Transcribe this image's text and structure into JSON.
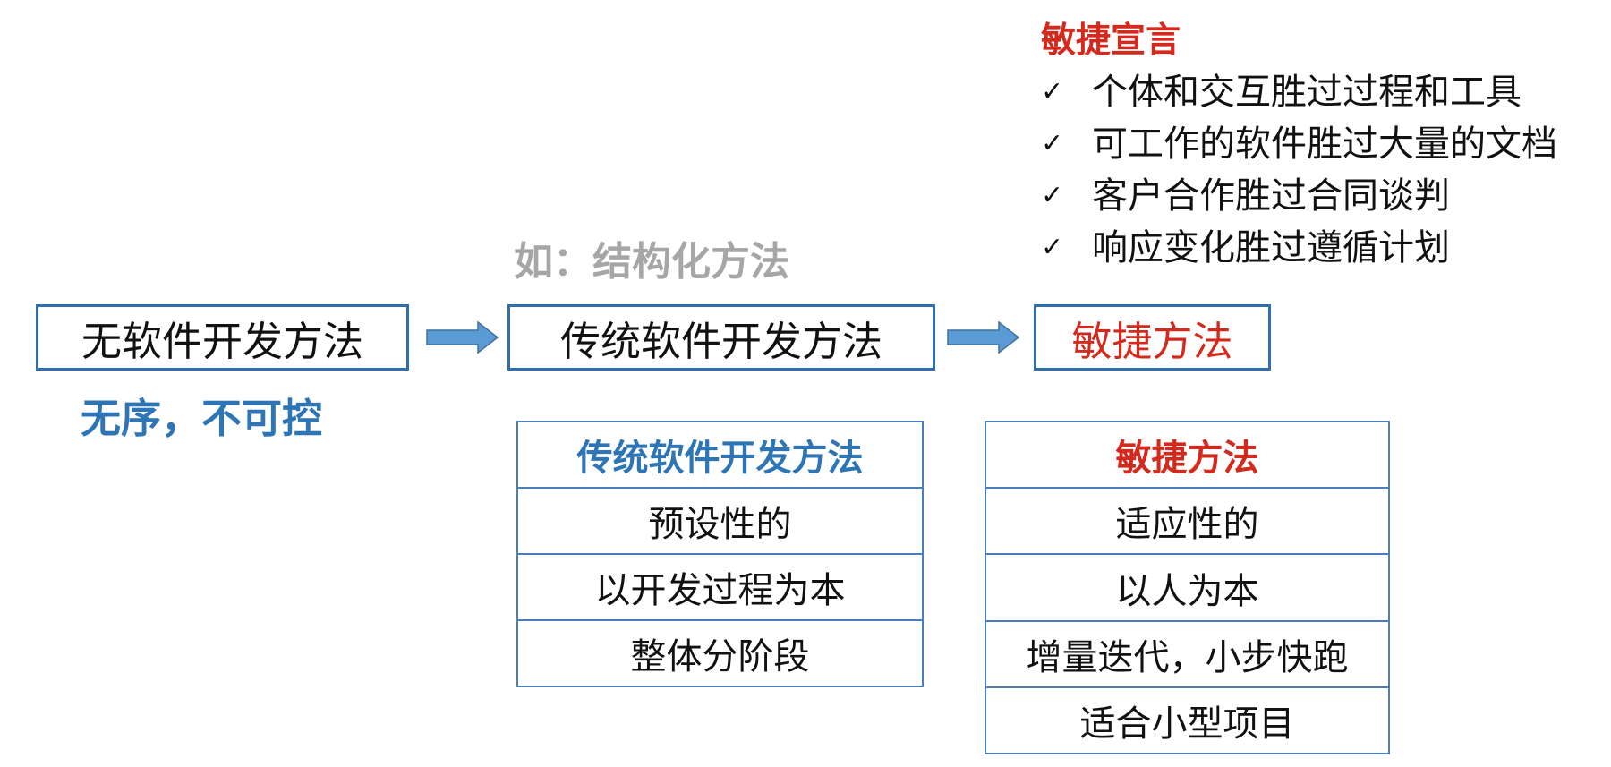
{
  "manifesto": {
    "title": "敏捷宣言",
    "check_glyph": "✓",
    "items": [
      "个体和交互胜过过程和工具",
      "可工作的软件胜过大量的文档",
      "客户合作胜过合同谈判",
      "响应变化胜过遵循计划"
    ]
  },
  "flow": {
    "no_method": {
      "label": "无软件开发方法",
      "note": "无序，不可控"
    },
    "traditional": {
      "label": "传统软件开发方法",
      "example": "如：结构化方法"
    },
    "agile": {
      "label": "敏捷方法"
    }
  },
  "comparison": {
    "traditional": {
      "header": "传统软件开发方法",
      "rows": [
        "预设性的",
        "以开发过程为本",
        "整体分阶段"
      ]
    },
    "agile": {
      "header": "敏捷方法",
      "rows": [
        "适应性的",
        "以人为本",
        "增量迭代，小步快跑",
        "适合小型项目"
      ]
    }
  },
  "icons": {
    "flow_arrow": "arrow-right-icon",
    "manifesto_bullet": "check-icon"
  },
  "colors": {
    "accent_red": "#d42a1e",
    "accent_blue": "#2e75b6",
    "example_grey": "#a6a6a6",
    "border_blue": "#2f6fae",
    "table_border": "#4a7ebb",
    "arrow_fill": "#5b9bd5",
    "arrow_stroke": "#41719c"
  }
}
